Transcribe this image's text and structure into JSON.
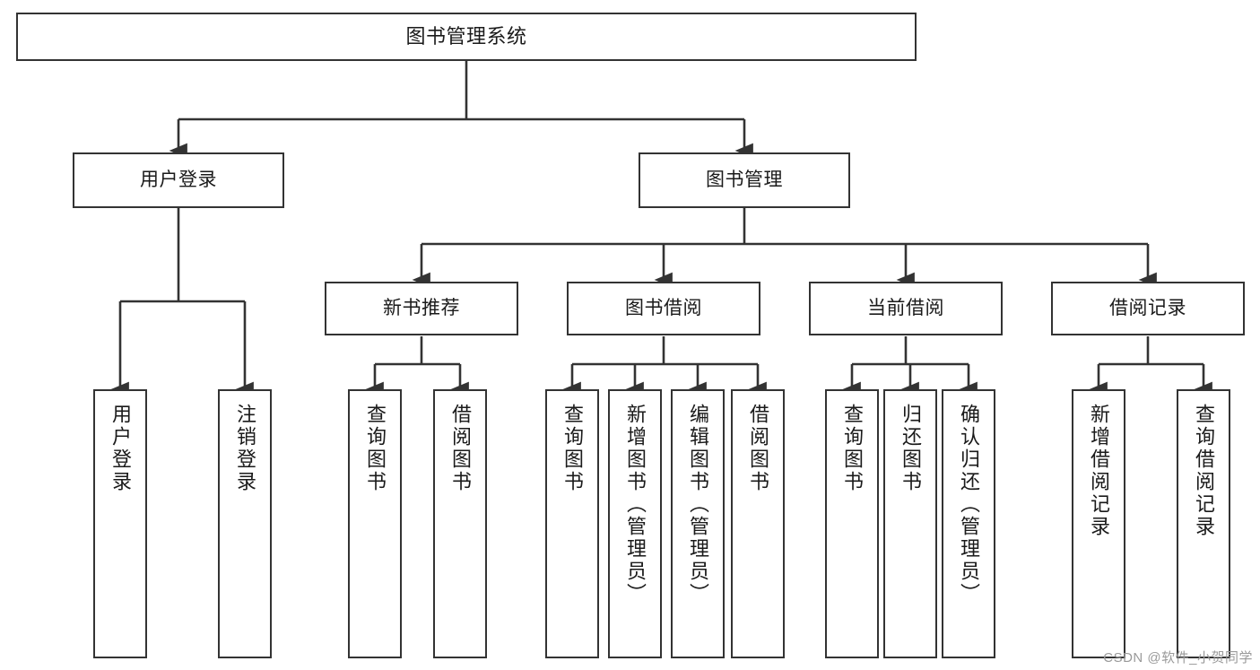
{
  "diagram": {
    "title": "图书管理系统",
    "type": "tree-hierarchy-chart",
    "colors": {
      "box_border": "#333333",
      "box_fill": "#ffffff",
      "edge": "#333333",
      "text": "#1a1a1a",
      "watermark": "#9a9a9a"
    },
    "levels": {
      "root": {
        "label": "图书管理系统"
      },
      "level2": [
        {
          "label": "用户登录"
        },
        {
          "label": "图书管理"
        }
      ],
      "level3": [
        {
          "label": "新书推荐"
        },
        {
          "label": "图书借阅"
        },
        {
          "label": "当前借阅"
        },
        {
          "label": "借阅记录"
        }
      ],
      "leaves": [
        {
          "label": "用户登录",
          "parent": "用户登录"
        },
        {
          "label": "注销登录",
          "parent": "用户登录"
        },
        {
          "label": "查询图书",
          "parent": "新书推荐"
        },
        {
          "label": "借阅图书",
          "parent": "新书推荐"
        },
        {
          "label": "查询图书",
          "parent": "图书借阅"
        },
        {
          "label": "新增图书（管理员）",
          "parent": "图书借阅"
        },
        {
          "label": "编辑图书（管理员）",
          "parent": "图书借阅"
        },
        {
          "label": "借阅图书",
          "parent": "图书借阅"
        },
        {
          "label": "查询图书",
          "parent": "当前借阅"
        },
        {
          "label": "归还图书",
          "parent": "当前借阅"
        },
        {
          "label": "确认归还（管理员）",
          "parent": "当前借阅"
        },
        {
          "label": "新增借阅记录",
          "parent": "借阅记录"
        },
        {
          "label": "查询借阅记录",
          "parent": "借阅记录"
        }
      ]
    },
    "watermark": "CSDN @软件_小贺同学"
  }
}
